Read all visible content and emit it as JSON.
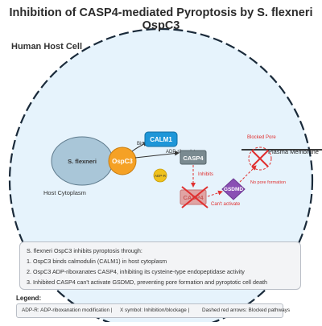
{
  "title": "Inhibition of CASP4-mediated Pyroptosis by S. flexneri OspC3",
  "host_cell_label": "Human Host Cell",
  "host_cytoplasm_label": "Host Cytoplasm",
  "plasma_membrane_label": "Plasma Membrane",
  "nodes": {
    "bacterium": "S. flexneri",
    "ospc3": "OspC3",
    "calm1": "CALM1",
    "casp4": "CASP4",
    "gsdmd": "GSDMD",
    "adpr": "ADP-R",
    "blocked_casp4": "CASP4"
  },
  "edge_labels": {
    "binds": "Bin",
    "adp_ribosylates": "ADP-ribosylates",
    "inhibits": "Inhibits",
    "cant_activate": "Can't activate",
    "blocked_pore": "Blocked Pore",
    "no_pore_formation": "No pore formation"
  },
  "description": {
    "lines": [
      "S. flexneri OspC3 inhibits pyroptosis through:",
      "1. OspC3 binds calmodulin (CALM1) in host cytoplasm",
      "2. OspC3 ADP-riboxanates CASP4, inhibiting its cysteine-type endopeptidase activity",
      "3. Inhibited CASP4 can't activate GSDMD, preventing pore formation and pyroptotic cell death"
    ]
  },
  "legend": {
    "title": "Legend:",
    "items": [
      "ADP-R: ADP-riboxanation modification |",
      "X symbol: Inhibition/blockage |",
      "Dashed red arrows: Blocked pathways"
    ]
  },
  "colors": {
    "cell_fill": "#e6f3fc",
    "cell_border": "#1a2a3a",
    "bacterium": "#a9c6d8",
    "ospc3": "#f5a125",
    "calm1": "#1e96d8",
    "casp4": "#7a8a90",
    "gsdmd": "#8a50b4",
    "adpr": "#f0c21c",
    "blocked_casp4": "#e0a4a4",
    "blocked_red": "#e03030"
  }
}
